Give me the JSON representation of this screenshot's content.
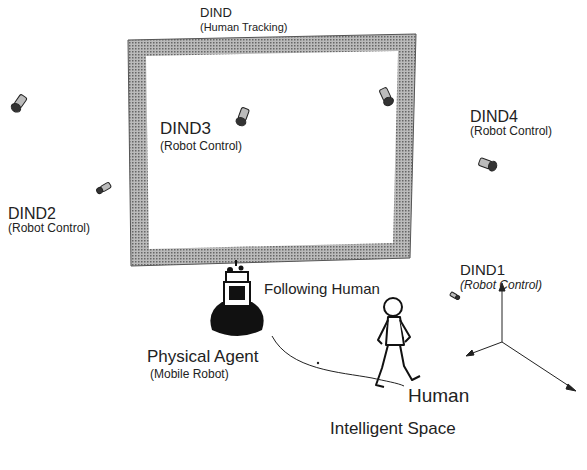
{
  "diagram": {
    "labels": [
      "DIND",
      "(Human Tracking)",
      "DIND3",
      "(Robot Control)",
      "DIND4",
      "(Robot Control)",
      "DIND2",
      "(Robot Control)",
      "DIND1",
      "(Robot Control)",
      "Following Human",
      "Physical Agent",
      "(Mobile Robot)",
      "Human",
      "Intelligent Space"
    ]
  }
}
